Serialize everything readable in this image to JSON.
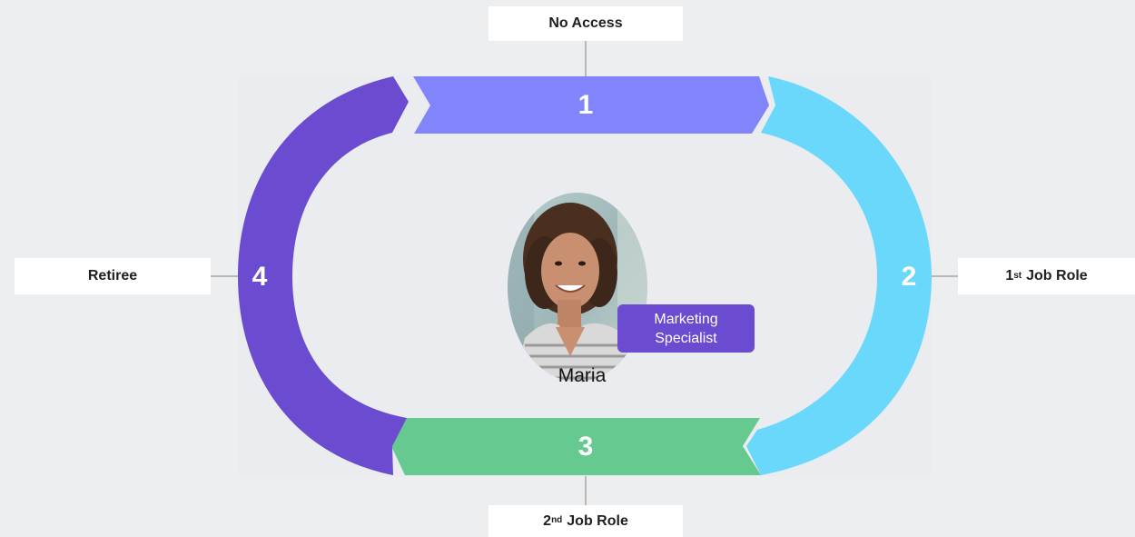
{
  "labels": {
    "top": "No Access",
    "right_ordinal": "1",
    "right_sup": "st",
    "right_text": "Job Role",
    "bottom_ordinal": "2",
    "bottom_sup": "nd",
    "bottom_text": "Job Role",
    "left": "Retiree"
  },
  "segments": {
    "one": "1",
    "two": "2",
    "three": "3",
    "four": "4"
  },
  "person": {
    "name": "Maria",
    "badge_line1": "Marketing",
    "badge_line2": "Specialist"
  },
  "colors": {
    "segment1": "#8284fc",
    "segment2": "#6ad8fb",
    "segment3": "#66c98f",
    "segment4": "#6b4cd0",
    "background": "#edeef0"
  }
}
